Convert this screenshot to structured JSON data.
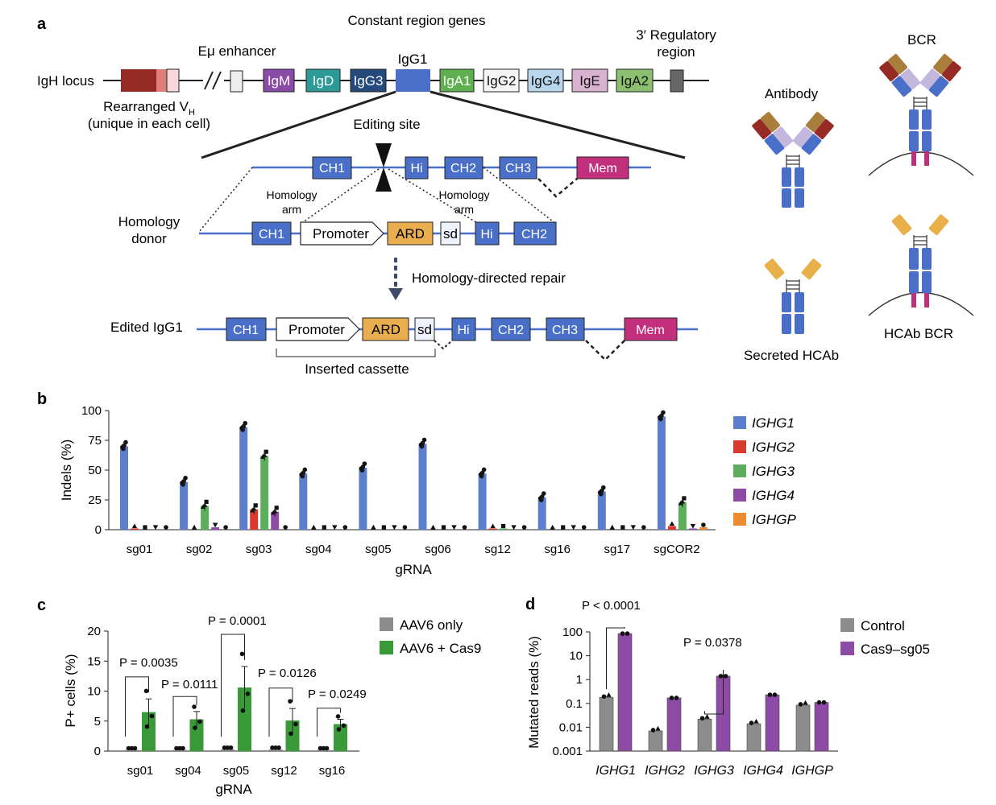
{
  "panel_a": {
    "label": "a",
    "constant_region_title": "Constant region genes",
    "igh_locus": "IgH locus",
    "rearranged_l1": "Rearranged V",
    "rearranged_sub": "H",
    "rearranged_l2": "(unique in each cell)",
    "eu_enhancer": "Eμ enhancer",
    "igg1_label": "IgG1",
    "regulatory_l1": "3′ Regulatory",
    "regulatory_l2": "region",
    "genes": [
      "IgM",
      "IgD",
      "IgG3",
      "IgA1",
      "IgG2",
      "IgG4",
      "IgE",
      "IgA2"
    ],
    "editing_site": "Editing site",
    "ch1": "CH1",
    "hi": "Hi",
    "ch2": "CH2",
    "ch3": "CH3",
    "mem": "Mem",
    "homology_arm_l1": "Homology",
    "homology_arm_l2": "arm",
    "homology_donor_l1": "Homology",
    "homology_donor_l2": "donor",
    "promoter": "Promoter",
    "ard": "ARD",
    "sd": "sd",
    "hdr": "Homology-directed repair",
    "edited_igg1": "Edited IgG1",
    "inserted_cassette": "Inserted cassette",
    "antibody": "Antibody",
    "bcr": "BCR",
    "secreted_hcab": "Secreted HCAb",
    "hcab_bcr": "HCAb BCR"
  },
  "panel_b": {
    "label": "b",
    "chart_data": {
      "type": "bar",
      "ylabel": "Indels (%)",
      "xlabel": "gRNA",
      "ylim": [
        0,
        100
      ],
      "yticks": [
        "0",
        "25",
        "50",
        "75",
        "100"
      ],
      "categories": [
        "sg01",
        "sg02",
        "sg03",
        "sg04",
        "sg05",
        "sg06",
        "sg12",
        "sg16",
        "sg17",
        "sgCOR2"
      ],
      "series": [
        {
          "name": "IGHG1",
          "color": "#5b7fcc",
          "values": [
            70,
            40,
            86,
            47,
            52,
            72,
            47,
            27,
            32,
            95
          ]
        },
        {
          "name": "IGHG2",
          "color": "#d93a2e",
          "values": [
            1,
            0,
            17,
            0,
            0,
            0,
            1,
            0,
            0,
            3
          ]
        },
        {
          "name": "IGHG3",
          "color": "#5cae5c",
          "values": [
            0,
            20,
            62,
            0,
            0,
            0,
            1,
            0,
            0,
            23
          ]
        },
        {
          "name": "IGHG4",
          "color": "#8e4ba6",
          "values": [
            0,
            2,
            15,
            0,
            0,
            0,
            0,
            0,
            0,
            1
          ]
        },
        {
          "name": "IGHGP",
          "color": "#f08a30",
          "values": [
            0,
            0,
            0,
            0,
            0,
            0,
            0,
            0,
            0,
            2
          ]
        }
      ]
    }
  },
  "panel_c": {
    "label": "c",
    "chart_data": {
      "type": "bar",
      "ylabel": "P+ cells (%)",
      "xlabel": "gRNA",
      "ylim": [
        0,
        20
      ],
      "yticks": [
        "0",
        "5",
        "10",
        "15",
        "20"
      ],
      "categories": [
        "sg01",
        "sg04",
        "sg05",
        "sg12",
        "sg16"
      ],
      "series": [
        {
          "name": "AAV6 only",
          "color": "#8c8c8c",
          "values": [
            0.2,
            0.2,
            0.3,
            0.3,
            0.2
          ]
        },
        {
          "name": "AAV6 + Cas9",
          "color": "#3a9a3a",
          "values": [
            6.5,
            5.3,
            10.6,
            5.1,
            4.5
          ]
        }
      ],
      "errors": [
        2.2,
        1.3,
        3.5,
        2.0,
        0.8
      ],
      "pvalues": [
        "P = 0.0035",
        "P = 0.0111",
        "P = 0.0001",
        "P = 0.0126",
        "P = 0.0249"
      ]
    }
  },
  "panel_d": {
    "label": "d",
    "chart_data": {
      "type": "bar",
      "ylabel": "Mutated reads (%)",
      "log_scale": true,
      "ylim": [
        0.001,
        100
      ],
      "yticks": [
        "0.001",
        "0.01",
        "0.1",
        "1",
        "10",
        "100"
      ],
      "categories": [
        "IGHG1",
        "IGHG2",
        "IGHG3",
        "IGHG4",
        "IGHGP"
      ],
      "series": [
        {
          "name": "Control",
          "color": "#8c8c8c",
          "values": [
            0.18,
            0.007,
            0.022,
            0.014,
            0.085
          ]
        },
        {
          "name": "Cas9–sg05",
          "color": "#8e4ba6",
          "values": [
            85,
            0.17,
            1.4,
            0.23,
            0.11
          ]
        }
      ],
      "pvalues": [
        "P < 0.0001",
        "P = 0.0378"
      ]
    }
  }
}
